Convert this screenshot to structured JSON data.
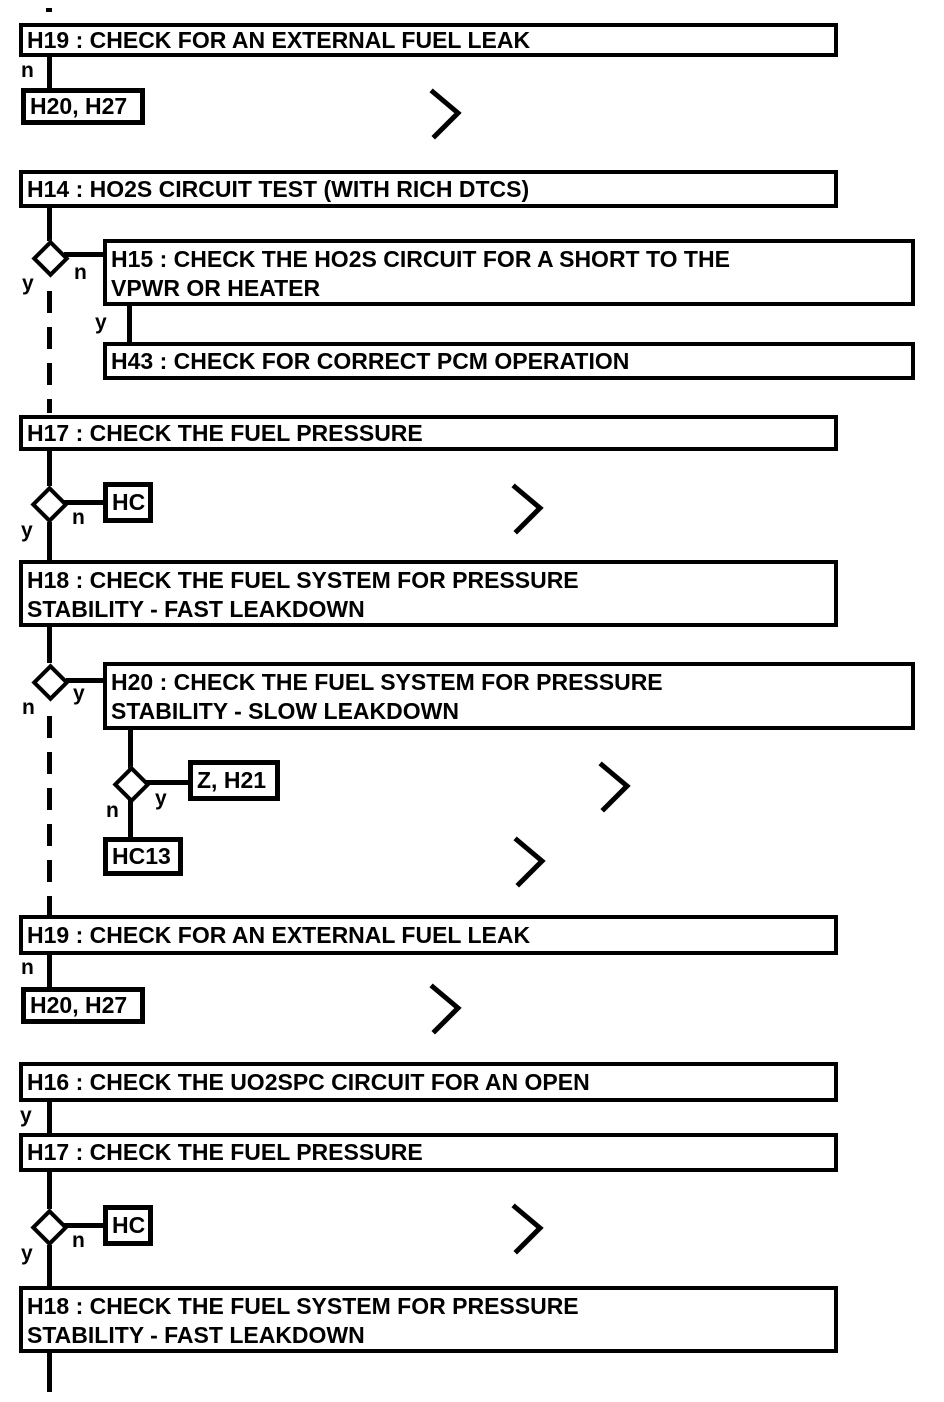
{
  "colors": {
    "ink": "#000000",
    "paper": "#ffffff"
  },
  "labels": {
    "yes": "y",
    "no": "n"
  },
  "boxes": {
    "h19_top": "H19 : CHECK FOR AN EXTERNAL FUEL LEAK",
    "h20_h27_top": "H20, H27",
    "h14": "H14 : HO2S CIRCUIT TEST (WITH RICH DTCS)",
    "h15_line1": "H15 : CHECK THE HO2S CIRCUIT FOR A SHORT TO THE",
    "h15_line2": "VPWR OR HEATER",
    "h43": "H43 : CHECK FOR CORRECT PCM OPERATION",
    "h17_top": "H17 : CHECK THE FUEL PRESSURE",
    "hc_top": "HC",
    "h18_top_line1": "H18 : CHECK THE FUEL SYSTEM FOR PRESSURE",
    "h18_top_line2": "STABILITY - FAST LEAKDOWN",
    "h20_line1": "H20 : CHECK THE FUEL SYSTEM FOR PRESSURE",
    "h20_line2": "STABILITY - SLOW LEAKDOWN",
    "z_h21": "Z, H21",
    "hc13": "HC13",
    "h19_bottom": "H19 : CHECK FOR AN EXTERNAL FUEL LEAK",
    "h20_h27_bottom": "H20, H27",
    "h16": "H16 : CHECK THE UO2SPC CIRCUIT FOR AN OPEN",
    "h17_bottom": "H17 : CHECK THE FUEL PRESSURE",
    "hc_bottom": "HC",
    "h18_bottom_line1": "H18 : CHECK THE FUEL SYSTEM FOR PRESSURE",
    "h18_bottom_line2": "STABILITY - FAST LEAKDOWN"
  }
}
